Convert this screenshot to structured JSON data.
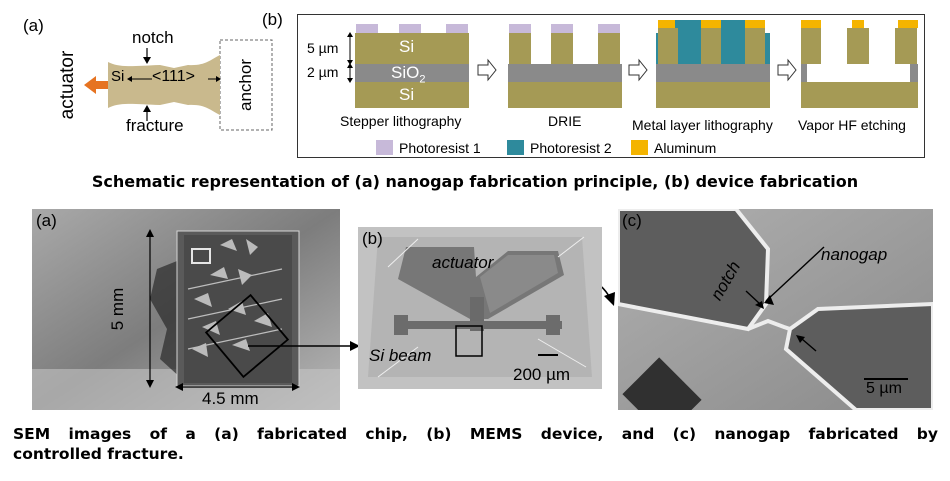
{
  "top": {
    "panel_a": {
      "tag": "(a)",
      "notch": "notch",
      "fracture": "fracture",
      "si": "Si",
      "direction": "<111>",
      "actuator": "actuator",
      "anchor": "anchor"
    },
    "panel_b": {
      "tag": "(b)",
      "dim_5": "5 µm",
      "dim_2": "2 µm",
      "layer_si_top": "Si",
      "layer_sio2": "SiO",
      "layer_sio2_sub": "2",
      "layer_si_bottom": "Si",
      "steps": [
        "Stepper lithography",
        "DRIE",
        "Metal layer lithography",
        "Vapor HF etching"
      ],
      "legend": [
        "Photoresist 1",
        "Photoresist 2",
        "Aluminum"
      ],
      "colors": {
        "si": "#a59a55",
        "sio2": "#8a8a8a",
        "photoresist1": "#c7b9d9",
        "photoresist2": "#2e8a9c",
        "aluminum": "#f4b400"
      }
    },
    "caption": "Schematic representation of (a) nanogap fabrication principle, (b) device fabrication"
  },
  "bottom": {
    "sem_a": {
      "tag": "(a)",
      "height": "5 mm",
      "width": "4.5 mm"
    },
    "sem_b": {
      "tag": "(b)",
      "actuator": "actuator",
      "beam": "Si beam",
      "scale": "200 µm"
    },
    "sem_c": {
      "tag": "(c)",
      "notch": "notch",
      "nanogap": "nanogap",
      "scale": "5 µm"
    },
    "caption_line1": "SEM images of a (a) fabricated chip, (b) MEMS device, and (c) nanogap fabricated by",
    "caption_line2": "controlled fracture."
  }
}
